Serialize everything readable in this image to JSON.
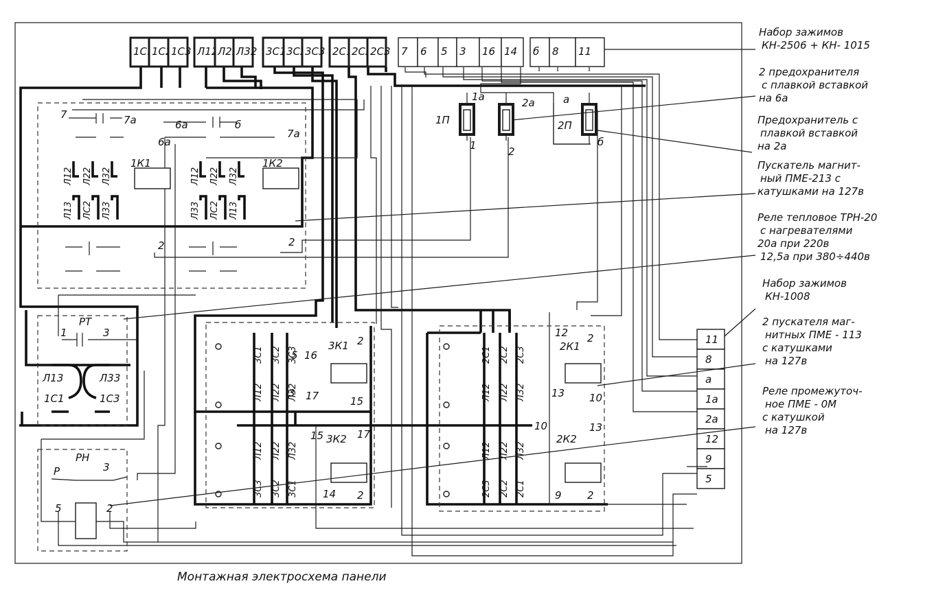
{
  "caption": "Монтажная электросхема панели",
  "top_terminals": [
    "1С1",
    "1С2",
    "1С3",
    "Л12",
    "Л22",
    "Л32",
    "3С1",
    "3С2",
    "3С3",
    "2С1",
    "2С2",
    "2С3",
    "7",
    "6",
    "5",
    "3",
    "16",
    "14",
    "б",
    "8",
    "11"
  ],
  "right_terminals": [
    "11",
    "8",
    "а",
    "1а",
    "2а",
    "12",
    "9",
    "5"
  ],
  "annotations": [
    [
      "Набор зажимов",
      "КН-2506 + КН- 1015"
    ],
    [
      "2 предохранителя",
      "с плавкой вставкой",
      "на 6а"
    ],
    [
      "Предохранитель с",
      "плавкой вставкой",
      "на 2а"
    ],
    [
      "Пускатель магнит-",
      "ный ПМЕ-213  с",
      "катушками  на 127в"
    ],
    [
      "Реле тепловое ТРН-20",
      "с нагревателями",
      "20а при 220в",
      "12,5а при 380÷440в"
    ],
    [
      "Набор зажимов",
      "КН-1008"
    ],
    [
      "2 пускателя маг-",
      "нитных ПМЕ - 113",
      "с катушками",
      "на 127в"
    ],
    [
      "Реле промежуточ-",
      "ное  ПМЕ - 0М",
      "с катушкой",
      "на 127в"
    ]
  ],
  "fuse_labels": {
    "fuse1": "1П",
    "fuse2": "2П",
    "n1": "1",
    "n2": "2",
    "a1": "1а",
    "a2": "2а",
    "a": "а",
    "b": "б"
  },
  "starter1": {
    "top": [
      "7",
      "7а",
      "6а",
      "6",
      "б",
      "7а"
    ],
    "coil_k1": "1К1",
    "coil_k2": "1К2",
    "contacts_a": [
      "Л12",
      "Л22",
      "Л32",
      "Л13",
      "ЛС2",
      "Л33"
    ],
    "contacts_b": [
      "Л12",
      "Л22",
      "Л32",
      "Л33",
      "ЛС2",
      "Л13"
    ],
    "node": "2"
  },
  "relay_rt": {
    "title": "РТ",
    "t1": "1",
    "t3": "3",
    "l13": "Л13",
    "l33": "Л33",
    "c1": "1С1",
    "c3": "1С3"
  },
  "relay_rn": {
    "title": "РН",
    "p": "Р",
    "t3": "3",
    "t5": "5",
    "t2": "2"
  },
  "starter2": {
    "top": [
      "3С1",
      "3С2",
      "3С3",
      "5",
      "16",
      "3К1",
      "2"
    ],
    "mid": [
      "Л12",
      "Л22",
      "Л32",
      "3",
      "17",
      "15"
    ],
    "low": [
      "Л12",
      "Л22",
      "Л32",
      "15",
      "3К2",
      "17"
    ],
    "bot": [
      "3С3",
      "3С2",
      "3С1",
      "14",
      "2"
    ]
  },
  "starter3": {
    "top": [
      "2С1",
      "2С2",
      "2С3",
      "12",
      "2К1",
      "2"
    ],
    "mid": [
      "Л12",
      "Л22",
      "Л32",
      "13",
      "10"
    ],
    "low": [
      "Л12",
      "Л22",
      "Л32",
      "10",
      "2К2",
      "13"
    ],
    "bot": [
      "2С3",
      "2С2",
      "2С1",
      "9",
      "2"
    ]
  }
}
